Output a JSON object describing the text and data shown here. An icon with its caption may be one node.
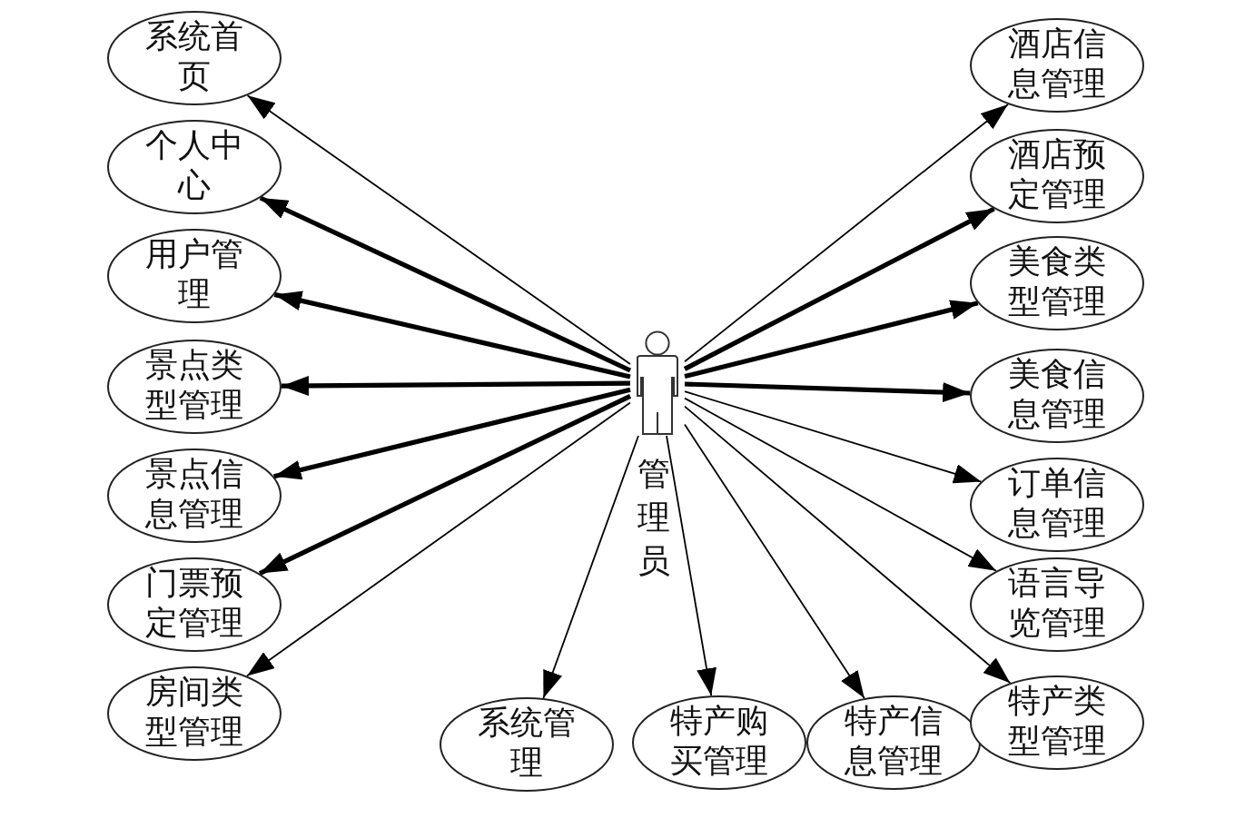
{
  "diagram": {
    "nodes": [
      {
        "text": [],
        "shape": "person",
        "beside": [
          "管理员"
        ]
      },
      {
        "text": [
          "系统首页"
        ]
      },
      {
        "text": [
          "个人中心"
        ]
      },
      {
        "text": [
          "用户管理"
        ]
      },
      {
        "text": [
          "景点类型管理"
        ]
      },
      {
        "text": [
          "景点信息管理"
        ]
      },
      {
        "text": [
          "门票预定管理"
        ]
      },
      {
        "text": [
          "房间类型管理"
        ]
      },
      {
        "text": [
          "系统管理"
        ]
      },
      {
        "text": [
          "特产购买管理"
        ]
      },
      {
        "text": [
          "特产信息管理"
        ]
      },
      {
        "text": [
          "酒店信息管理"
        ]
      },
      {
        "text": [
          "酒店预定管理"
        ]
      },
      {
        "text": [
          "美食类型管理"
        ]
      },
      {
        "text": [
          "美食信息管理"
        ]
      },
      {
        "text": [
          "订单信息管理"
        ]
      },
      {
        "text": [
          "语言导览管理"
        ]
      },
      {
        "text": [
          "特产类型管理"
        ]
      }
    ],
    "edges": [
      {
        "from": 0,
        "to": 1,
        "arrow": "to"
      },
      {
        "from": 0,
        "to": 2,
        "arrow": "to",
        "style": "thick"
      },
      {
        "from": 0,
        "to": 3,
        "arrow": "to",
        "style": "thick"
      },
      {
        "from": 0,
        "to": 4,
        "arrow": "to",
        "style": "thick"
      },
      {
        "from": 0,
        "to": 5,
        "arrow": "to",
        "style": "thick"
      },
      {
        "from": 0,
        "to": 6,
        "arrow": "to",
        "style": "thick"
      },
      {
        "from": 0,
        "to": 7,
        "arrow": "to"
      },
      {
        "from": 0,
        "to": 8,
        "arrow": "to"
      },
      {
        "from": 0,
        "to": 9,
        "arrow": "to"
      },
      {
        "from": 0,
        "to": 10,
        "arrow": "to"
      },
      {
        "from": 0,
        "to": 11,
        "arrow": "to"
      },
      {
        "from": 0,
        "to": 12,
        "arrow": "to",
        "style": "thick"
      },
      {
        "from": 0,
        "to": 13,
        "arrow": "to",
        "style": "thick"
      },
      {
        "from": 0,
        "to": 14,
        "arrow": "to",
        "style": "thick"
      },
      {
        "from": 0,
        "to": 15,
        "arrow": "to"
      },
      {
        "from": 0,
        "to": 16,
        "arrow": "to"
      },
      {
        "from": 0,
        "to": 17,
        "arrow": "to"
      }
    ]
  }
}
